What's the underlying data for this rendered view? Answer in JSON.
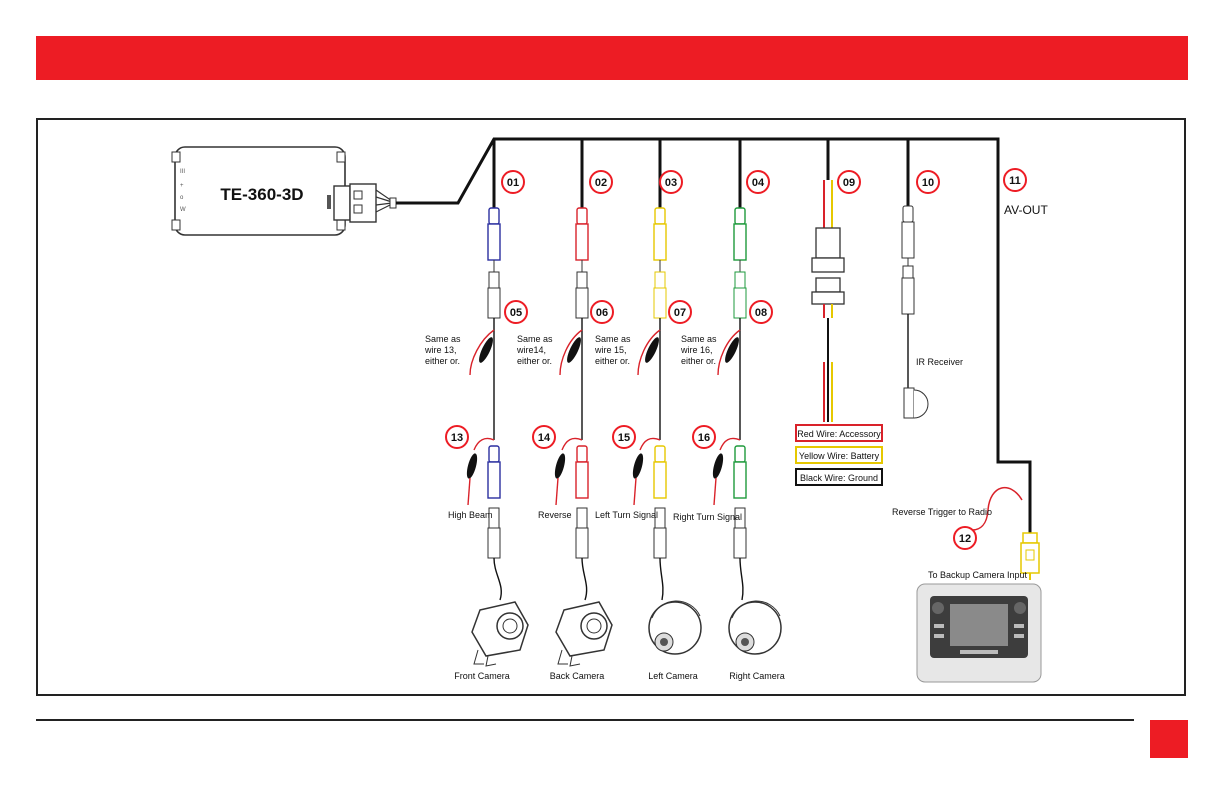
{
  "device": {
    "model": "TE-360-3D"
  },
  "wire_numbers": {
    "w01": "01",
    "w02": "02",
    "w03": "03",
    "w04": "04",
    "w05": "05",
    "w06": "06",
    "w07": "07",
    "w08": "08",
    "w09": "09",
    "w10": "10",
    "w11": "11",
    "w12": "12",
    "w13": "13",
    "w14": "14",
    "w15": "15",
    "w16": "16"
  },
  "labels": {
    "av_out": "AV-OUT",
    "ir_receiver": "IR Receiver",
    "red_wire": "Red Wire: Accessory",
    "yellow_wire": "Yellow Wire: Battery",
    "black_wire": "Black Wire: Ground",
    "reverse_trigger": "Reverse Trigger to Radio",
    "backup_input": "To Backup Camera Input",
    "high_beam": "High Beam",
    "reverse": "Reverse",
    "left_turn": "Left Turn Signal",
    "right_turn": "Right Turn Signal",
    "front_camera": "Front Camera",
    "back_camera": "Back Camera",
    "left_camera": "Left Camera",
    "right_camera": "Right Camera"
  },
  "notes": {
    "n05": [
      "Same as",
      "wire 13,",
      "either or."
    ],
    "n06": [
      "Same as",
      "wire14,",
      "either or."
    ],
    "n07": [
      "Same as",
      "wire 15,",
      "either or."
    ],
    "n08": [
      "Same as",
      "wire 16,",
      "either or."
    ]
  },
  "colors": {
    "accent": "#ed1c24",
    "wire_blue": "#2b2fa0",
    "wire_red": "#d9222a",
    "wire_yellow": "#e6c800",
    "wire_green": "#1e9a3c",
    "wire_black": "#111111"
  }
}
